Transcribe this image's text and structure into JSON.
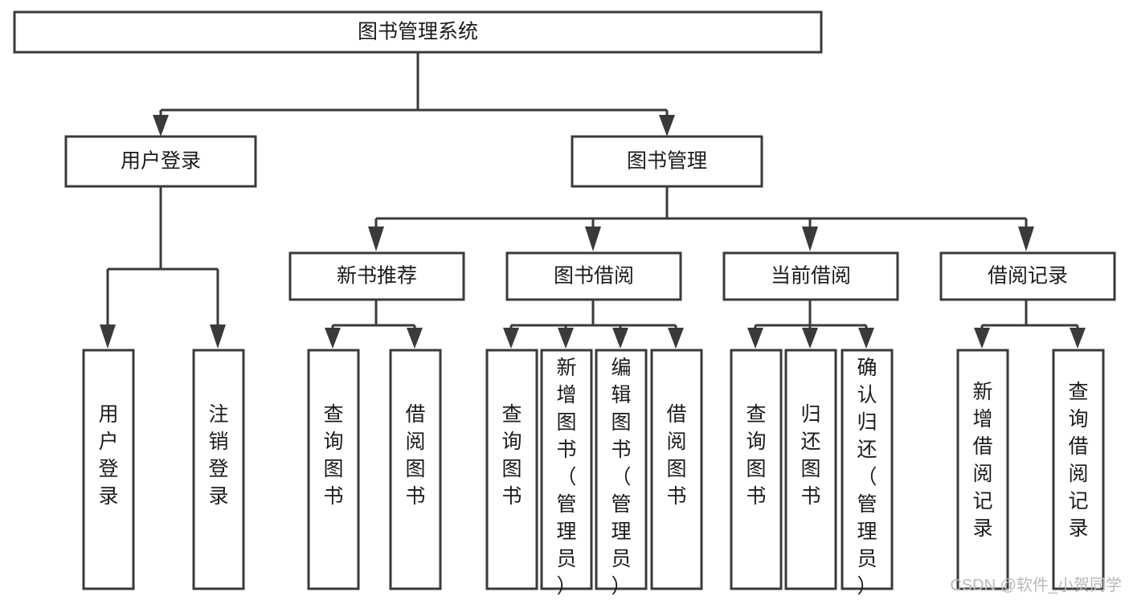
{
  "diagram": {
    "kind": "tree-structure-chart",
    "title": "图书管理系统",
    "background_color": "#ffffff",
    "line_color": "#3a3a3a",
    "text_color": "#1b1b1b",
    "nodes": {
      "root": {
        "label": "图书管理系统"
      },
      "level1": [
        {
          "id": "user-login",
          "label": "用户登录"
        },
        {
          "id": "book-manage",
          "label": "图书管理"
        }
      ],
      "level2": [
        {
          "id": "new-book-recommend",
          "label": "新书推荐"
        },
        {
          "id": "book-borrow",
          "label": "图书借阅"
        },
        {
          "id": "current-borrow",
          "label": "当前借阅"
        },
        {
          "id": "borrow-record",
          "label": "借阅记录"
        }
      ],
      "leaves": [
        {
          "id": "leaf-user-login",
          "label": "用户登录",
          "parent": "user-login"
        },
        {
          "id": "leaf-logout-login",
          "label": "注销登录",
          "parent": "user-login"
        },
        {
          "id": "leaf-query-book-1",
          "label": "查询图书",
          "parent": "new-book-recommend"
        },
        {
          "id": "leaf-borrow-book-1",
          "label": "借阅图书",
          "parent": "new-book-recommend"
        },
        {
          "id": "leaf-query-book-2",
          "label": "查询图书",
          "parent": "book-borrow"
        },
        {
          "id": "leaf-add-book",
          "label": "新增图书（管理员）",
          "parent": "book-borrow"
        },
        {
          "id": "leaf-edit-book",
          "label": "编辑图书（管理员）",
          "parent": "book-borrow"
        },
        {
          "id": "leaf-borrow-book-2",
          "label": "借阅图书",
          "parent": "book-borrow"
        },
        {
          "id": "leaf-query-book-3",
          "label": "查询图书",
          "parent": "current-borrow"
        },
        {
          "id": "leaf-return-book",
          "label": "归还图书",
          "parent": "current-borrow"
        },
        {
          "id": "leaf-confirm-return",
          "label": "确认归还（管理员）",
          "parent": "current-borrow"
        },
        {
          "id": "leaf-add-borrow-record",
          "label": "新增借阅记录",
          "parent": "borrow-record"
        },
        {
          "id": "leaf-query-borrow-record",
          "label": "查询借阅记录",
          "parent": "borrow-record"
        }
      ]
    }
  },
  "watermark": {
    "text": "CSDN @软件_小贺同学"
  }
}
